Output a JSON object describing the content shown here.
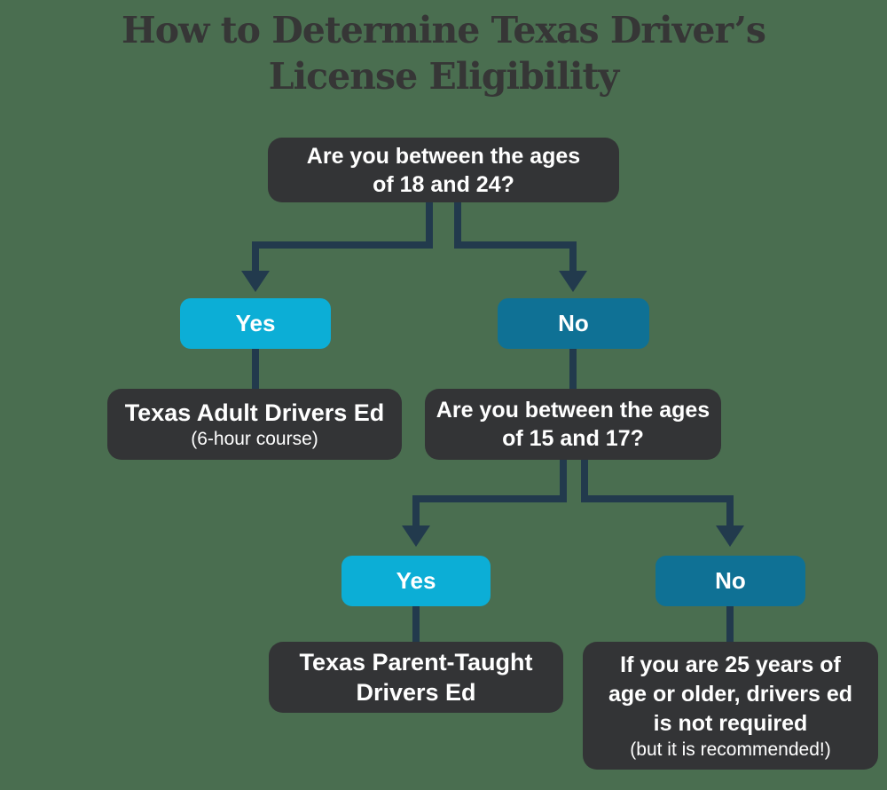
{
  "title": {
    "line1": "How to Determine Texas Driver’s",
    "line2": "License Eligibility"
  },
  "flow": {
    "q1": {
      "line1": "Are you between the ages",
      "line2": "of 18 and 24?"
    },
    "yes1_label": "Yes",
    "no1_label": "No",
    "adult": {
      "title": "Texas Adult Drivers Ed",
      "subtitle": "(6-hour course)"
    },
    "q2": {
      "line1": "Are you between the ages",
      "line2": "of 15 and 17?"
    },
    "yes2_label": "Yes",
    "no2_label": "No",
    "parent_taught": {
      "line1": "Texas Parent-Taught",
      "line2": "Drivers Ed"
    },
    "over25": {
      "line1": "If you are 25 years of",
      "line2": "age or older, drivers ed",
      "line3": "is not required",
      "note": "(but it is recommended!)"
    }
  },
  "colors": {
    "background": "#4a6e50",
    "node": "#333436",
    "yes": "#0caed6",
    "no": "#0f7195",
    "connector": "#223a4d",
    "title": "#363636"
  }
}
